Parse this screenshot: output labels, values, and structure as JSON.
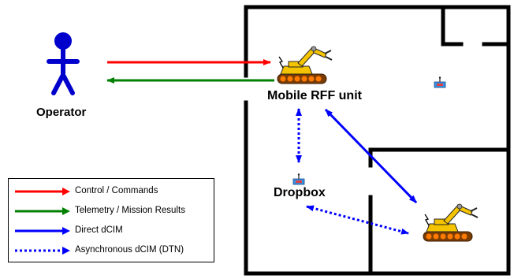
{
  "labels": {
    "operator": "Operator",
    "mobile_unit": "Mobile RFF unit",
    "dropbox": "Dropbox"
  },
  "legend": {
    "items": [
      {
        "label": "Control / Commands",
        "color": "#ff0000",
        "style": "solid"
      },
      {
        "label": "Telemetry / Mission Results",
        "color": "#008000",
        "style": "solid"
      },
      {
        "label": "Direct dCIM",
        "color": "#0000ff",
        "style": "solid"
      },
      {
        "label": "Asynchronous dCIM (DTN)",
        "color": "#0000ff",
        "style": "dotted"
      }
    ]
  },
  "colors": {
    "control": "#ff0000",
    "telemetry": "#008000",
    "dcim": "#0000ff",
    "operator_figure": "#0000cc",
    "walls": "#000000",
    "robot_body": "#f5c400",
    "robot_tracks": "#7a3c00"
  },
  "icons": [
    "operator-person-icon",
    "robot-icon",
    "dropbox-device-icon",
    "wireless-signal-icon"
  ]
}
